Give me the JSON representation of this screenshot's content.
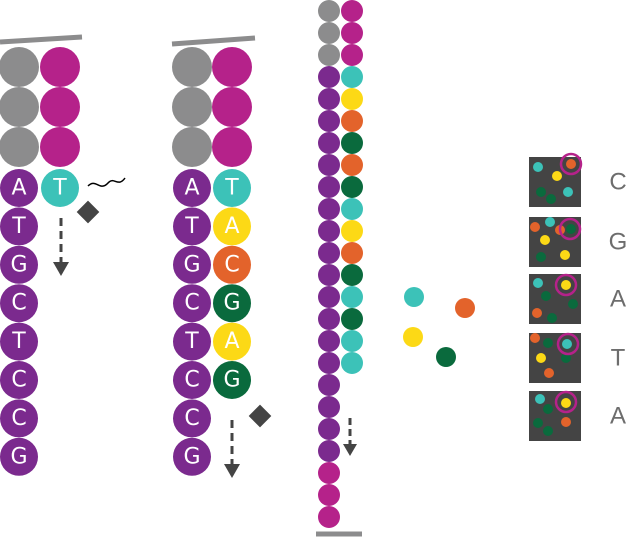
{
  "colors": {
    "purple": "#7b2a8e",
    "magenta": "#b5228a",
    "gray": "#8c8c8d",
    "teal": "#3cc2b8",
    "yellow": "#fcd916",
    "orange": "#e3632b",
    "green": "#0a6a3d",
    "dark": "#444444",
    "circle_ring": "#b5228a"
  },
  "panel1": {
    "template_letters": [
      "A",
      "T",
      "G",
      "C",
      "T",
      "C",
      "C",
      "G"
    ],
    "synth_letters": [
      "T"
    ],
    "synth_colors": [
      "teal"
    ],
    "icons": [
      "wavy-line-icon",
      "diamond-icon",
      "dashed-arrow-icon"
    ]
  },
  "panel2": {
    "template_letters": [
      "A",
      "T",
      "G",
      "C",
      "T",
      "C",
      "C",
      "G"
    ],
    "synth_letters": [
      "T",
      "A",
      "C",
      "G",
      "A",
      "G"
    ],
    "synth_colors": [
      "teal",
      "yellow",
      "orange",
      "green",
      "yellow",
      "green"
    ],
    "icons": [
      "diamond-icon",
      "dashed-arrow-icon"
    ]
  },
  "panel3": {
    "left_strand_colors": [
      "gray",
      "gray",
      "gray",
      "purple",
      "purple",
      "purple",
      "purple",
      "purple",
      "purple",
      "purple",
      "purple",
      "purple",
      "purple",
      "purple",
      "purple",
      "purple",
      "purple",
      "purple",
      "purple",
      "purple",
      "purple",
      "magenta",
      "magenta",
      "magenta"
    ],
    "right_strand_colors": [
      "magenta",
      "magenta",
      "magenta",
      "teal",
      "yellow",
      "orange",
      "green",
      "orange",
      "green",
      "teal",
      "yellow",
      "orange",
      "green",
      "teal",
      "green",
      "teal",
      "teal"
    ]
  },
  "free_nucleotides": [
    "teal",
    "orange",
    "yellow",
    "green"
  ],
  "readout": {
    "letters": [
      "C",
      "G",
      "A",
      "T",
      "A"
    ]
  }
}
